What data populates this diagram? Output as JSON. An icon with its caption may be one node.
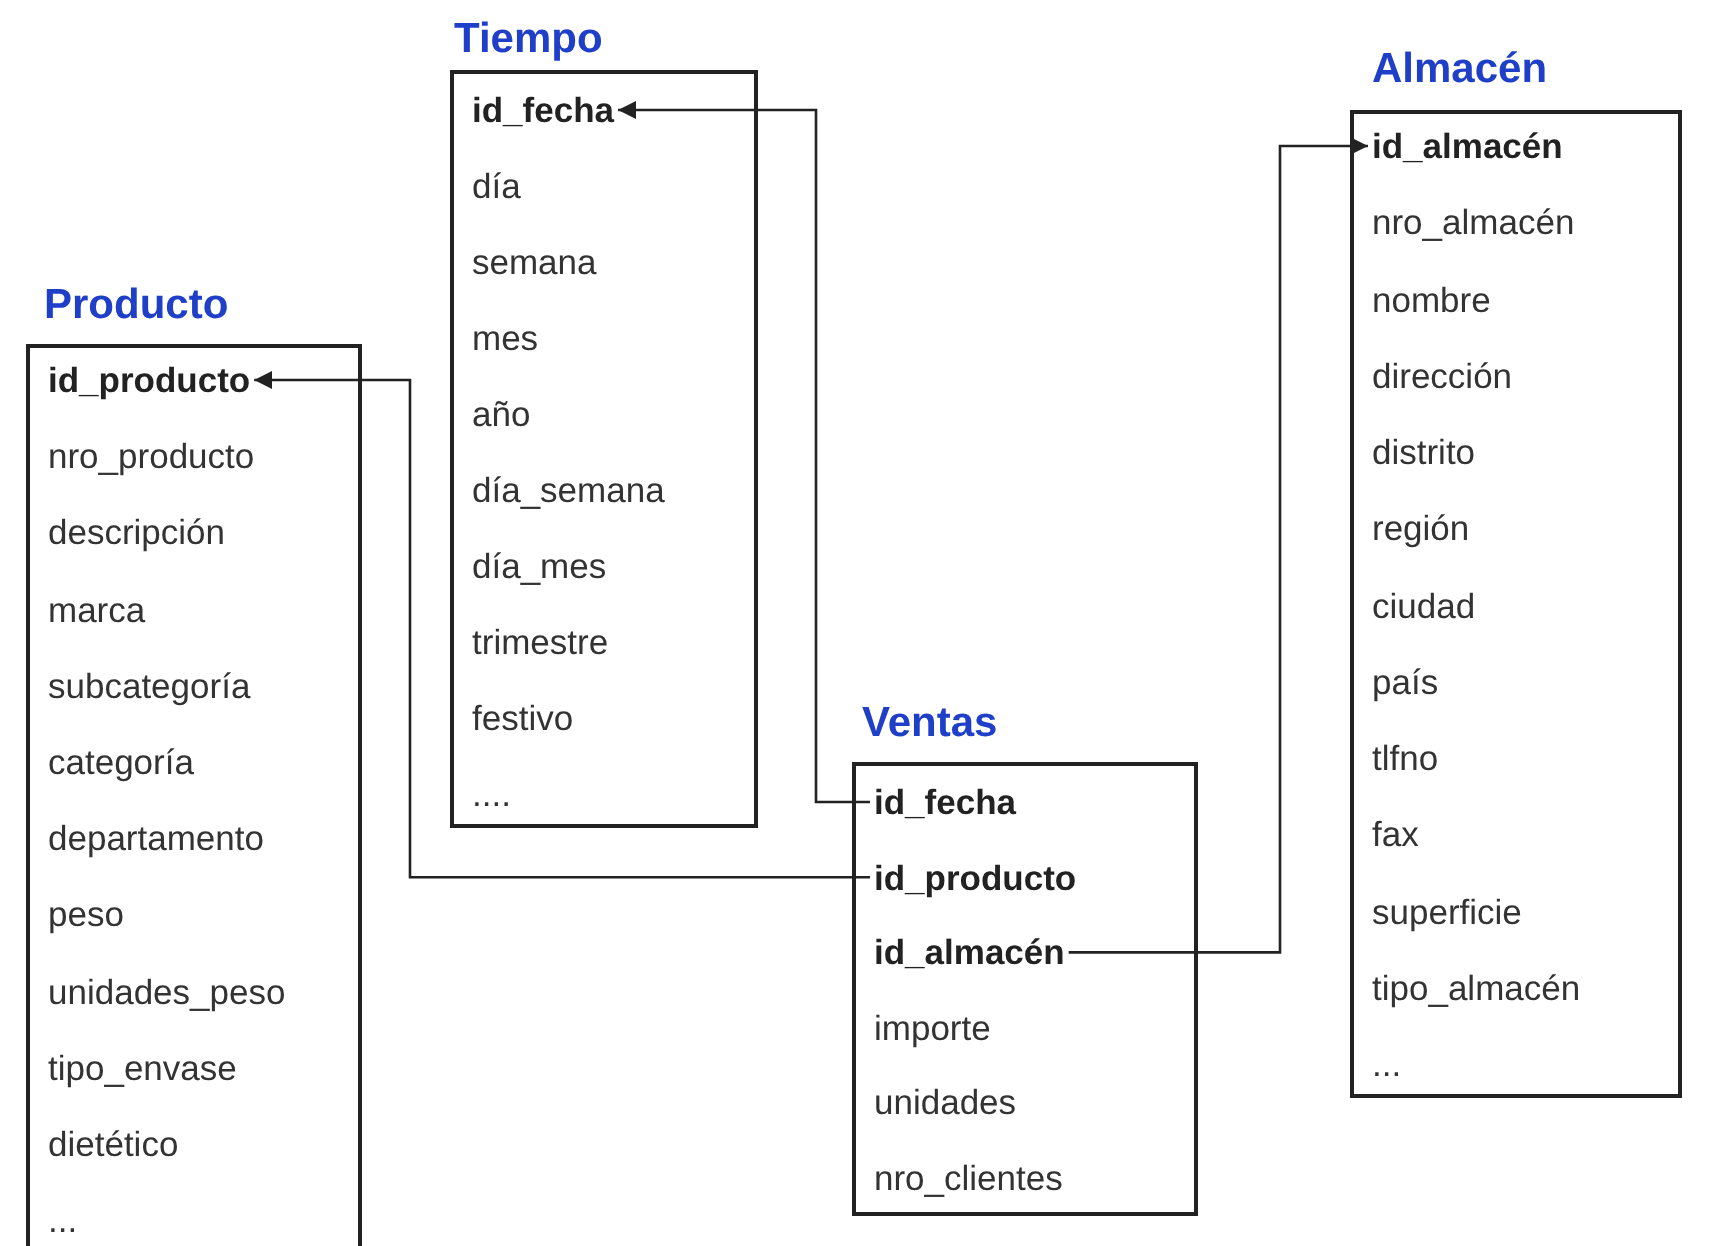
{
  "diagram": {
    "nodes": [
      {
        "text": [
          "Tiempo"
        ]
      },
      {
        "text": [
          "id_fecha"
        ],
        "in": 0
      },
      {
        "text": [
          "día"
        ],
        "in": 0
      },
      {
        "text": [
          "semana"
        ],
        "in": 0
      },
      {
        "text": [
          "mes"
        ],
        "in": 0
      },
      {
        "text": [
          "año"
        ],
        "in": 0
      },
      {
        "text": [
          "día_semana"
        ],
        "in": 0
      },
      {
        "text": [
          "día_mes"
        ],
        "in": 0
      },
      {
        "text": [
          "trimestre"
        ],
        "in": 0
      },
      {
        "text": [
          "festivo"
        ],
        "in": 0
      },
      {
        "text": [
          "...."
        ],
        "in": 0
      },
      {
        "text": [
          "Almacén"
        ]
      },
      {
        "text": [
          "id_almacén"
        ],
        "in": 11
      },
      {
        "text": [
          "nro_almacén"
        ],
        "in": 11
      },
      {
        "text": [
          "nombre"
        ],
        "in": 11
      },
      {
        "text": [
          "dirección"
        ],
        "in": 11
      },
      {
        "text": [
          "distrito"
        ],
        "in": 11
      },
      {
        "text": [
          "región"
        ],
        "in": 11
      },
      {
        "text": [
          "ciudad"
        ],
        "in": 11
      },
      {
        "text": [
          "país"
        ],
        "in": 11
      },
      {
        "text": [
          "tlfno"
        ],
        "in": 11
      },
      {
        "text": [
          "fax"
        ],
        "in": 11
      },
      {
        "text": [
          "superficie"
        ],
        "in": 11
      },
      {
        "text": [
          "tipo_almacén"
        ],
        "in": 11
      },
      {
        "text": [
          "..."
        ],
        "in": 11
      },
      {
        "text": [
          "Producto"
        ]
      },
      {
        "text": [
          "id_producto"
        ],
        "in": 25
      },
      {
        "text": [
          "nro_producto"
        ],
        "in": 25
      },
      {
        "text": [
          "descripción"
        ],
        "in": 25
      },
      {
        "text": [
          "marca"
        ],
        "in": 25
      },
      {
        "text": [
          "subcategoría"
        ],
        "in": 25
      },
      {
        "text": [
          "categoría"
        ],
        "in": 25
      },
      {
        "text": [
          "departamento"
        ],
        "in": 25
      },
      {
        "text": [
          "peso"
        ],
        "in": 25
      },
      {
        "text": [
          "unidades_peso"
        ],
        "in": 25
      },
      {
        "text": [
          "tipo_envase"
        ],
        "in": 25
      },
      {
        "text": [
          "dietético"
        ],
        "in": 25
      },
      {
        "text": [
          "..."
        ],
        "in": 25
      },
      {
        "text": [
          "Ventas"
        ]
      },
      {
        "text": [
          "id_fecha"
        ],
        "in": 38
      },
      {
        "text": [
          "id_producto"
        ],
        "in": 38
      },
      {
        "text": [
          "id_almacén"
        ],
        "in": 38
      },
      {
        "text": [
          "importe"
        ],
        "in": 38
      },
      {
        "text": [
          "unidades"
        ],
        "in": 38
      },
      {
        "text": [
          "nro_clientes"
        ],
        "in": 38
      }
    ],
    "edges": [
      {
        "from": 39,
        "to": 1,
        "arrow": "to"
      },
      {
        "from": 40,
        "to": 26,
        "arrow": "to"
      },
      {
        "from": 41,
        "to": 12,
        "arrow": "to"
      }
    ]
  }
}
